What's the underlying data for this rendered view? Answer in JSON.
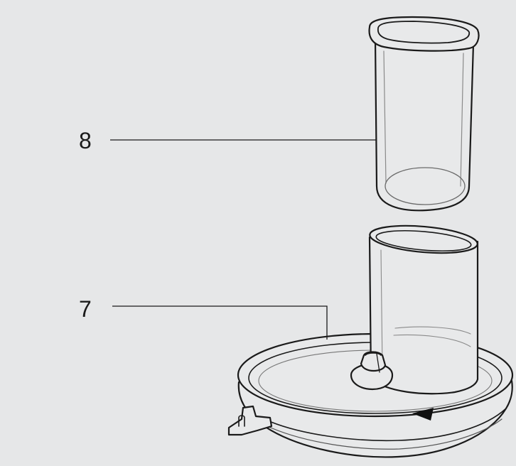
{
  "callouts": [
    {
      "number": "8",
      "part": "pusher-insert"
    },
    {
      "number": "7",
      "part": "lid-with-feed-tube"
    }
  ],
  "colors": {
    "background": "#e6e7e8",
    "outline": "#1a1a1a",
    "part_fill": "#e8e9ea",
    "arrow": "#111111"
  },
  "icons": {
    "direction_marker": "black-triangle-arrow-icon"
  }
}
